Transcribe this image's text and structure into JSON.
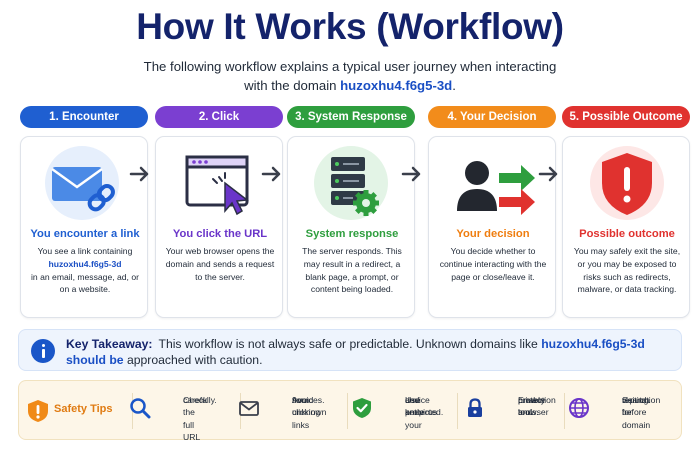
{
  "title": "How It Works (Workflow)",
  "subtitle": {
    "line1": "The following workflow explains a typical user journey when interacting",
    "line2_prefix": "with the domain ",
    "domain": "huzoxhu4.f6g5-3d",
    "line2_suffix": "."
  },
  "steps": [
    {
      "pill": "1. Encounter",
      "color": "#1f5fd1",
      "icon": "envelope-link-icon",
      "heading": "You encounter a link",
      "text_before": "You see a link containing",
      "domain": "huzoxhu4.f6g5-3d",
      "text_after": "in an email, message, ad, or on a website."
    },
    {
      "pill": "2. Click",
      "color": "#7b3fd1",
      "icon": "browser-cursor-icon",
      "heading": "You click the URL",
      "text": "Your web browser opens the domain and sends a request to the server."
    },
    {
      "pill": "3. System Response",
      "color": "#2e9e3e",
      "icon": "server-gear-icon",
      "heading": "System response",
      "text": "The server responds. This may result in a redirect, a blank page, a prompt, or content being loaded."
    },
    {
      "pill": "4. Your Decision",
      "color": "#f28c1b",
      "icon": "person-decision-icon",
      "heading": "Your decision",
      "text": "You decide whether to continue interacting with the page or close/leave it."
    },
    {
      "pill": "5. Possible Outcome",
      "color": "#e0322f",
      "icon": "shield-alert-icon",
      "heading": "Possible outcome",
      "text": "You may safely exit the site, or you may be exposed to risks such as redirects, malware, or data tracking."
    }
  ],
  "takeaway": {
    "label": "Key Takeaway:",
    "line1": "This workflow is not always safe or predictable. Unknown domains like",
    "domain_part1": "huzoxhu4.f6g5-3d",
    "domain_part2": "should be",
    "line2": "approached with caution."
  },
  "tips": {
    "label": "Safety Tips",
    "items": [
      {
        "icon": "magnifier-icon",
        "text_lines": [
          "Check the full URL",
          "carefully."
        ]
      },
      {
        "icon": "envelope-icon",
        "text_lines": [
          "Avoid clicking links",
          "from unknown",
          "sources."
        ]
      },
      {
        "icon": "shield-check-icon",
        "text_lines": [
          "Use antivirus",
          "and keep your",
          "device protected."
        ]
      },
      {
        "icon": "lock-icon",
        "text_lines": [
          "Enable browser",
          "protection and",
          "privacy tools."
        ]
      },
      {
        "icon": "globe-icon",
        "text_lines": [
          "Search for domain",
          "reputation before",
          "visiting."
        ]
      }
    ]
  },
  "colors": {
    "title": "#14236b",
    "link": "#1a4fc4",
    "tips_accent": "#e07b12"
  }
}
